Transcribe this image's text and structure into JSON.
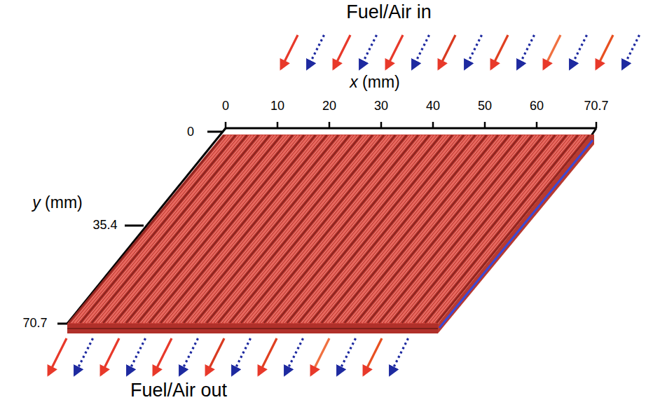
{
  "diagram": {
    "labels": [
      "Fuel/Air in",
      "x (mm)",
      "0",
      "10",
      "20",
      "30",
      "40",
      "50",
      "60",
      "70.7",
      "y (mm)",
      "0",
      "35.4",
      "70.7",
      "Fuel/Air out"
    ]
  }
}
